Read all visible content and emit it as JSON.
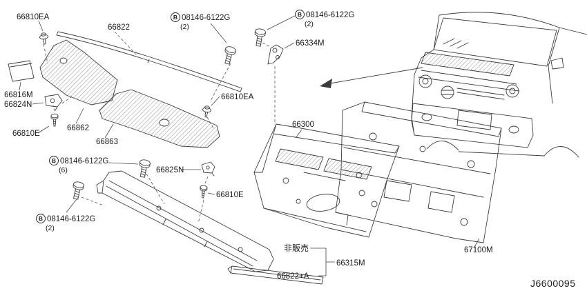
{
  "colors": {
    "background": "#ffffff",
    "line": "#3c3c3c",
    "label_text": "#1a1a1a"
  },
  "drawing_code": "J6600095",
  "fastener": {
    "symbol": "B",
    "part_number": "08146-6122G",
    "qty_two": "(2)",
    "qty_six": "(6)"
  },
  "callouts": {
    "clip_top": "66810EA",
    "molding": "66822",
    "bracket_334": "66334M",
    "seal_816": "66816M",
    "bracket_824": "66824N",
    "clip_mid": "66810EA",
    "screw_left": "66810E",
    "grille_upper": "66862",
    "grille_lower": "66863",
    "cowl_assembly": "66300",
    "clip_825": "66825N",
    "screw_mid": "66810E",
    "not_sold": "非販売",
    "cover": "66315M",
    "molding_a": "66822+A",
    "dash_panel": "67100M"
  }
}
